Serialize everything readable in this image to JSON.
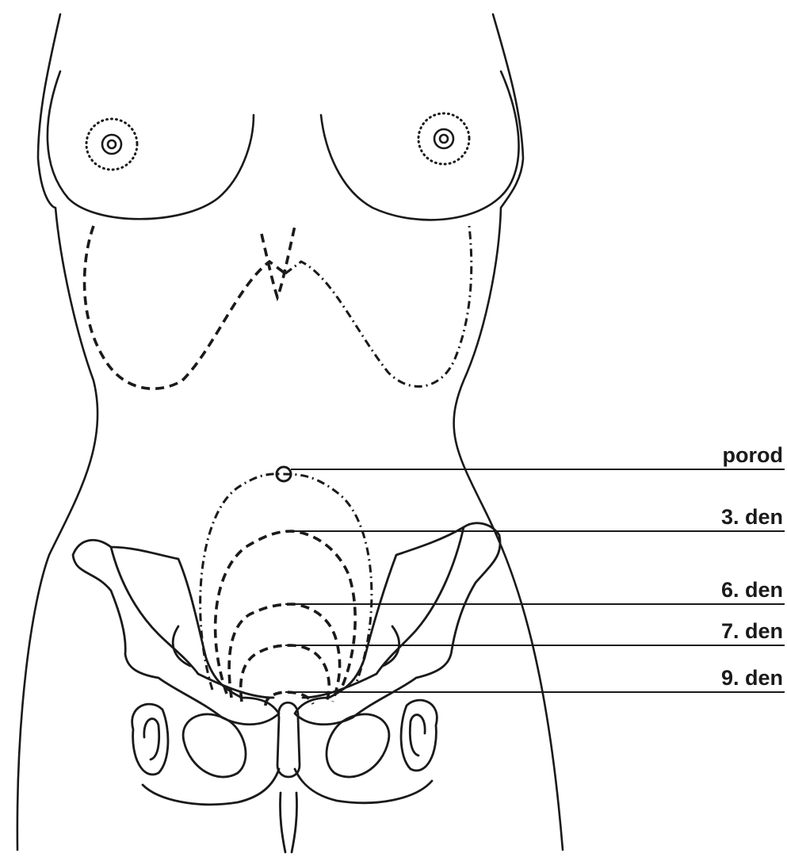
{
  "labels": [
    {
      "key": "porod",
      "text": "porod"
    },
    {
      "key": "day3",
      "text": "3. den"
    },
    {
      "key": "day6",
      "text": "6. den"
    },
    {
      "key": "day7",
      "text": "7. den"
    },
    {
      "key": "day9",
      "text": "9. den"
    }
  ]
}
